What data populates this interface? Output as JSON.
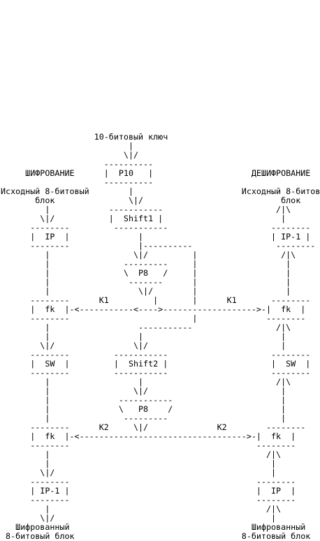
{
  "diagram": {
    "text_color": "#000000",
    "background": "#ffffff",
    "lines": [
      "                   10-битовый ключ",
      "                          |",
      "                         \\|/",
      "                     ----------",
      "     ШИФРОВАНИЕ      |  P10   |                    ДЕШИФРОВАНИЕ",
      "                     ----------",
      "Исходный 8-битовый        |                      Исходный 8-битов",
      "       блок               \\|/                            блок",
      "         |            -----------                       /|\\",
      "        \\|/           |  Shift1 |                        |",
      "      --------         -----------                     --------",
      "      |  IP  |              |                          | IP-1 |",
      "      --------              |----------                 --------",
      "         |                 \\|/         |                 /|\\",
      "         |               ---------     |                  |",
      "         |               \\  P8   /     |                  |",
      "         |                -------      |                  |",
      "         |                  \\|/        |                  |",
      "      --------      K1         |       |      K1       --------",
      "      |  fk  |-<-----------<---->------------------->-|  fk  |",
      "      --------                         |              --------",
      "         |                  -----------                 /|\\",
      "         |                  |                            |",
      "        \\|/                \\|/                           |",
      "      --------         -----------                     --------",
      "      |  SW  |         |  Shift2 |                     |  SW  |",
      "      --------         -----------                     --------",
      "         |                  |                           /|\\",
      "         |                 \\|/                           |",
      "         |              -----------                      |",
      "         |              \\   P8    /                      |",
      "         |               ---------                       |",
      "      --------      K2     \\|/              K2        --------",
      "      |  fk  |-<---------------------------------->-|  fk  |",
      "      --------                                      --------",
      "         |                                            /|\\",
      "         |                                             |",
      "        \\|/                                            |",
      "      --------                                      --------",
      "      | IP-1 |                                      |  IP  |",
      "      --------                                      --------",
      "         |                                            /|\\",
      "        \\|/                                            |",
      "   Шифрованный                                     Шифрованный",
      " 8-битовый блок                                  8-битовый блок"
    ]
  }
}
